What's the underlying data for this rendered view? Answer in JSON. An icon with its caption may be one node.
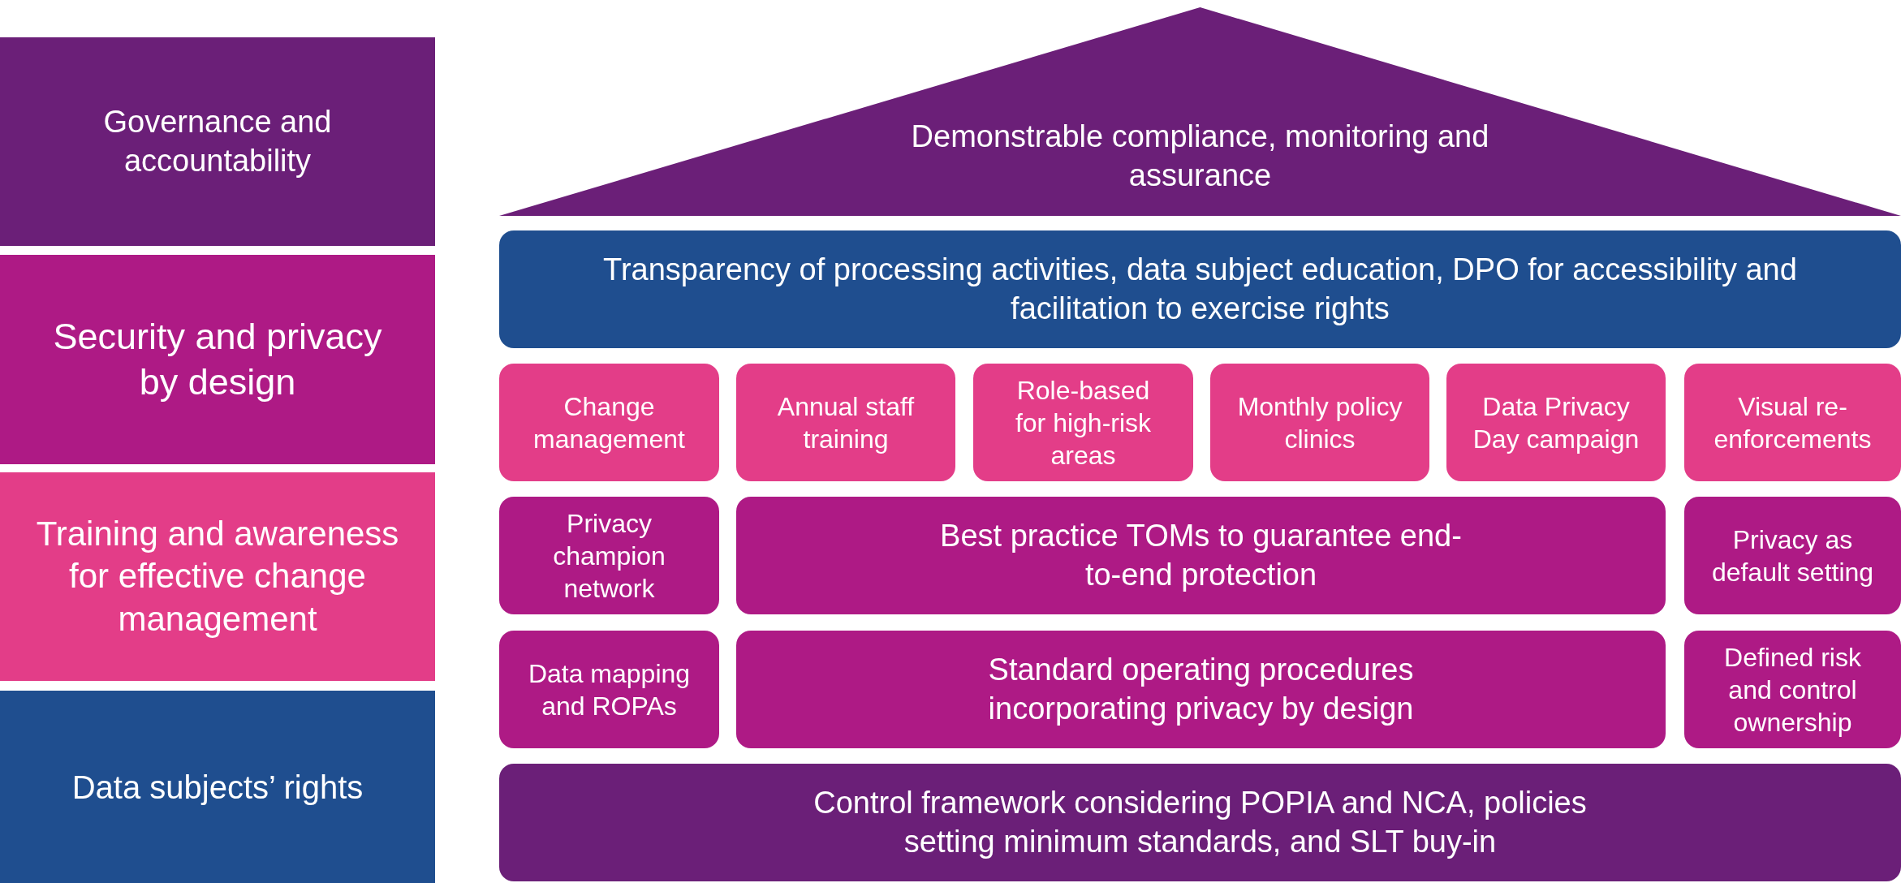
{
  "diagram": {
    "nodes": [
      {
        "text": [
          "Governance and accountability"
        ]
      },
      {
        "text": [
          "Security and privacy by design"
        ]
      },
      {
        "text": [
          "Training and awareness for effective change management"
        ]
      },
      {
        "text": [
          "Data subjects’ rights"
        ]
      },
      {
        "text": [
          "Demonstrable compliance, monitoring and assurance"
        ]
      },
      {
        "text": [
          "Transparency of processing activities, data subject education, DPO for accessibility and facilitation to exercise rights"
        ]
      },
      {
        "text": [
          "Change management"
        ]
      },
      {
        "text": [
          "Annual staff training"
        ]
      },
      {
        "text": [
          "Role-based for high-risk areas"
        ]
      },
      {
        "text": [
          "Monthly policy clinics"
        ]
      },
      {
        "text": [
          "Data Privacy Day campaign"
        ]
      },
      {
        "text": [
          "Visual re-enforcements"
        ]
      },
      {
        "text": [
          "Privacy champion network"
        ]
      },
      {
        "text": [
          "Best practice TOMs to guarantee end-to-end protection"
        ]
      },
      {
        "text": [
          "Privacy as default setting"
        ]
      },
      {
        "text": [
          "Data mapping and ROPAs"
        ]
      },
      {
        "text": [
          "Standard operating procedures incorporating privacy by design"
        ]
      },
      {
        "text": [
          "Defined risk and control ownership"
        ]
      },
      {
        "text": [
          "Control framework considering POPIA and NCA, policies setting minimum standards, and  SLT buy-in"
        ]
      }
    ]
  }
}
